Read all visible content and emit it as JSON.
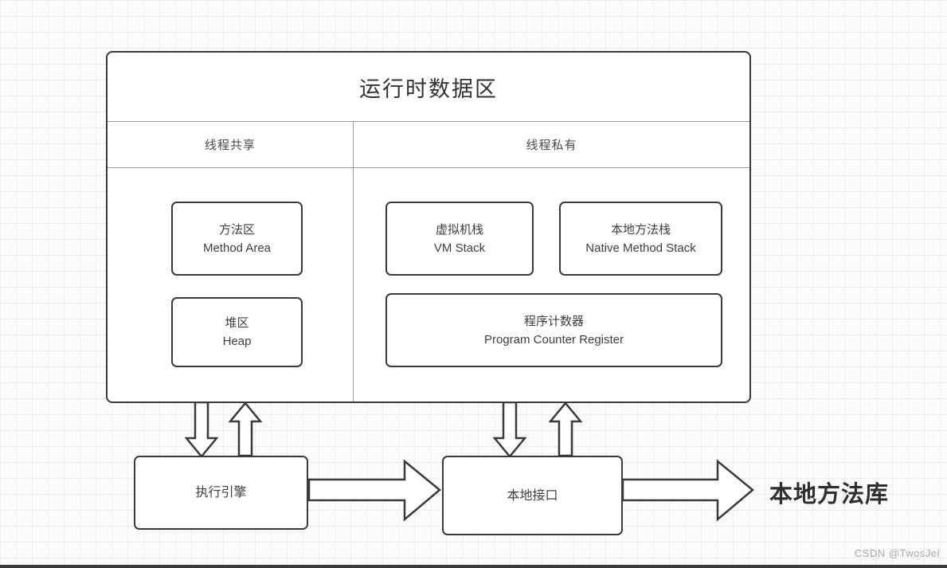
{
  "diagram": {
    "title": "运行时数据区",
    "columns": {
      "shared": {
        "header": "线程共享"
      },
      "private": {
        "header": "线程私有"
      }
    },
    "boxes": {
      "method_area": {
        "zh": "方法区",
        "en": "Method Area"
      },
      "heap": {
        "zh": "堆区",
        "en": "Heap"
      },
      "vm_stack": {
        "zh": "虚拟机栈",
        "en": "VM Stack"
      },
      "native_method_stack": {
        "zh": "本地方法栈",
        "en": "Native Method Stack"
      },
      "pc_register": {
        "zh": "程序计数器",
        "en": "Program Counter Register"
      }
    },
    "engine": {
      "label": "执行引擎"
    },
    "native_interface": {
      "label": "本地接口"
    },
    "native_method_library": {
      "label": "本地方法库"
    }
  },
  "watermark": "CSDN @TwosJel",
  "colors": {
    "box_border": "#3a3a3a",
    "divider": "#9a9a9a",
    "grid": "#ededed",
    "background": "#fbfbfb",
    "text": "#404040",
    "watermark": "#a8a8a8",
    "bottom_bar": "#3a3a3a"
  }
}
